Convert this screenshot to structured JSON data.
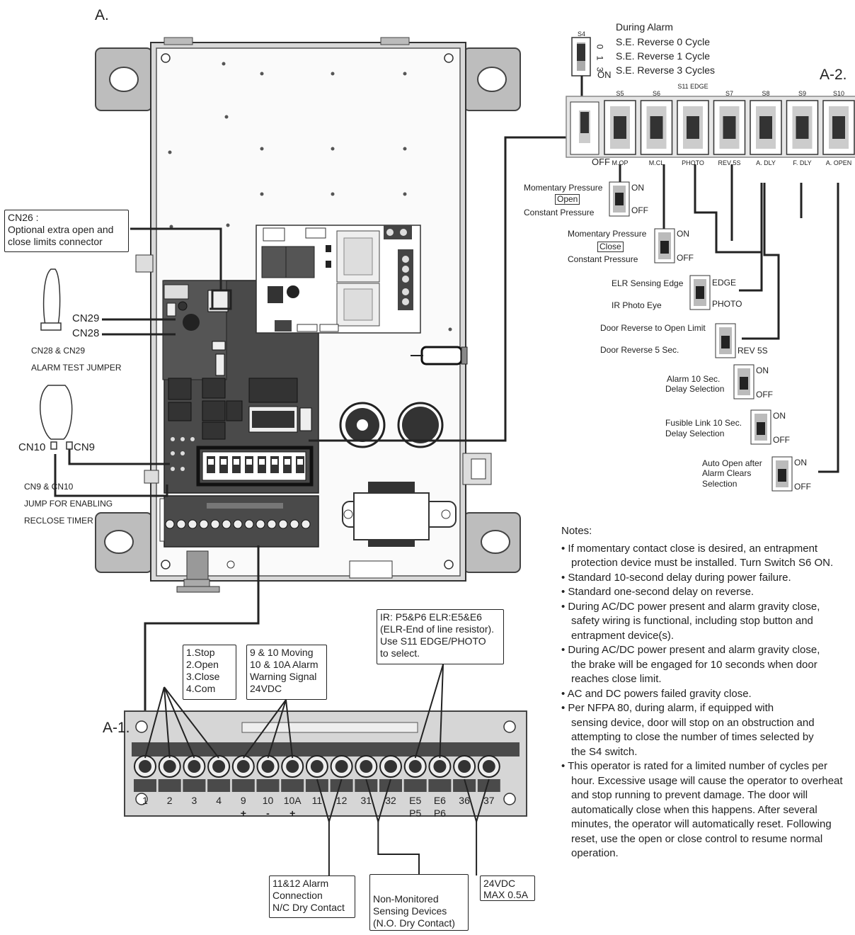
{
  "labels": {
    "panel_a": "A.",
    "panel_a1": "A-1.",
    "panel_a2": "A-2."
  },
  "cn26": {
    "lines": [
      "CN26 :",
      "Optional extra open and",
      "close limits connector"
    ]
  },
  "left": {
    "cn29": "CN29",
    "cn28": "CN28",
    "cn28_29": "CN28 & CN29",
    "alarm_test": "ALARM TEST JUMPER",
    "cn10": "CN10",
    "cn9": "CN9",
    "cn9_10": "CN9 & CN10",
    "jump_enable": "JUMP FOR ENABLING",
    "reclose": "RECLOSE TIMER"
  },
  "s4": {
    "name": "S4",
    "during_alarm": "During Alarm",
    "opt0": "S.E. Reverse 0 Cycle",
    "opt1": "S.E. Reverse 1 Cycle",
    "opt3": "S.E. Reverse 3 Cycles",
    "pos0": "0",
    "pos1": "1",
    "pos3": "3"
  },
  "dip": {
    "on": "ON",
    "off": "OFF",
    "switches": [
      {
        "top": "S5",
        "bottom": "M.OP"
      },
      {
        "top": "S6",
        "bottom": "M.CL"
      },
      {
        "top": "S11 EDGE",
        "bottom": "PHOTO"
      },
      {
        "top": "S7",
        "bottom": "REV 5S"
      },
      {
        "top": "S8",
        "bottom": "A. DLY"
      },
      {
        "top": "S9",
        "bottom": "F. DLY"
      },
      {
        "top": "S10",
        "bottom": "A. OPEN"
      }
    ]
  },
  "settings": {
    "mop_on_label": "Momentary Pressure",
    "mop_mid": "Open",
    "mop_off_label": "Constant Pressure",
    "mcl_on_label": "Momentary Pressure",
    "mcl_mid": "Close",
    "mcl_off_label": "Constant Pressure",
    "edge_label": "ELR Sensing Edge",
    "photo_label": "IR Photo Eye",
    "edge_sw": "EDGE",
    "photo_sw": "PHOTO",
    "rev_open": "Door Reverse to Open Limit",
    "rev_5": "Door Reverse 5 Sec.",
    "rev_sw": "REV 5S",
    "alarm_delay_1": "Alarm 10 Sec.",
    "alarm_delay_2": "Delay Selection",
    "fusible_1": "Fusible Link 10 Sec.",
    "fusible_2": "Delay Selection",
    "auto_1": "Auto Open after",
    "auto_2": "Alarm Clears",
    "auto_3": "Selection",
    "on": "ON",
    "off": "OFF"
  },
  "callouts": {
    "stop": [
      "1.Stop",
      "2.Open",
      "3.Close",
      "4.Com"
    ],
    "moving": [
      "9 & 10 Moving",
      "10 & 10A Alarm",
      "Warning Signal",
      "24VDC"
    ],
    "ir": [
      "IR: P5&P6   ELR:E5&E6",
      "(ELR-End of line resistor).",
      "Use S11 EDGE/PHOTO",
      "to select."
    ],
    "alarm_conn": [
      "11&12 Alarm",
      "Connection",
      "N/C Dry Contact"
    ],
    "non_mon": [
      "Non-Monitored",
      "Sensing Devices",
      "(N.O. Dry Contact)"
    ],
    "power": [
      "24VDC",
      "MAX 0.5A"
    ]
  },
  "terminals": [
    {
      "num": "1",
      "sign": ""
    },
    {
      "num": "2",
      "sign": ""
    },
    {
      "num": "3",
      "sign": ""
    },
    {
      "num": "4",
      "sign": ""
    },
    {
      "num": "9",
      "sign": "+"
    },
    {
      "num": "10",
      "sign": "-"
    },
    {
      "num": "10A",
      "sign": "+"
    },
    {
      "num": "11",
      "sign": ""
    },
    {
      "num": "12",
      "sign": ""
    },
    {
      "num": "31",
      "sign": ""
    },
    {
      "num": "32",
      "sign": ""
    },
    {
      "num": "E5",
      "sign": "P5"
    },
    {
      "num": "E6",
      "sign": "P6"
    },
    {
      "num": "36",
      "sign": ""
    },
    {
      "num": "37",
      "sign": ""
    }
  ],
  "notes": {
    "title": "Notes:",
    "items": [
      [
        "• If momentary contact close is desired, an entrapment",
        "protection device must be installed. Turn Switch S6 ON."
      ],
      [
        "• Standard 10-second delay during power failure."
      ],
      [
        "• Standard one-second delay on reverse."
      ],
      [
        "• During AC/DC power present and alarm gravity close,",
        "safety  wiring is functional, including stop button and",
        "entrapment device(s)."
      ],
      [
        "• During AC/DC power present and alarm gravity close,",
        "the brake will be engaged for 10 seconds when door",
        "reaches close limit."
      ],
      [
        "• AC and DC powers failed gravity close."
      ],
      [
        "• Per NFPA 80, during alarm, if equipped with",
        "sensing device, door will stop on an obstruction and",
        "attempting to close the number of times selected by",
        "the S4 switch."
      ],
      [
        "• This operator is rated for a limited number of cycles per",
        "hour.  Excessive usage will cause the operator to overheat",
        "and stop running to prevent damage.  The door will",
        "automatically close when this happens.   After several",
        "minutes, the operator will automatically reset.  Following",
        "reset, use the open or close control to resume normal",
        "operation."
      ]
    ]
  }
}
